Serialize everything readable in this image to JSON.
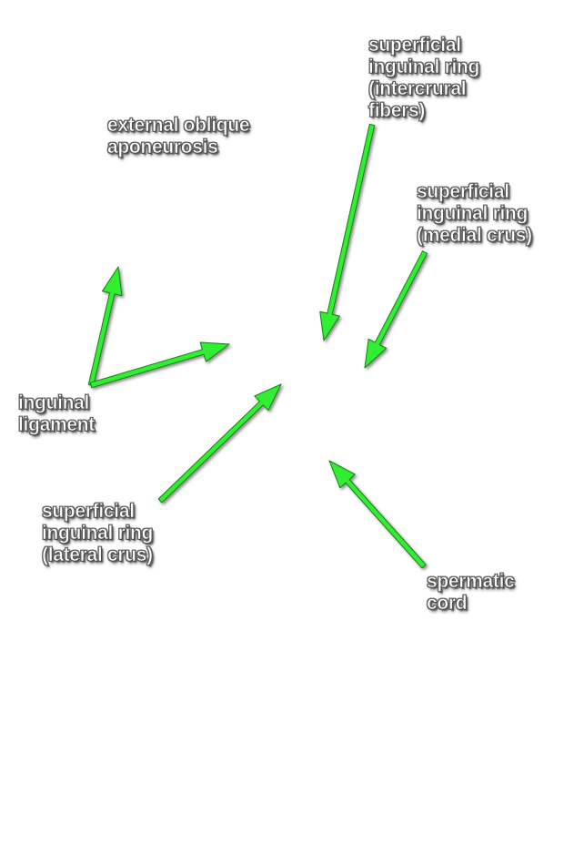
{
  "labels": {
    "intercrural": [
      "superficial",
      "inguinal ring",
      "(intercrural",
      "fibers)"
    ],
    "external_oblique": [
      "external oblique",
      "aponeurosis"
    ],
    "medial_crus": [
      "superficial",
      "inguinal ring",
      "(medial crus)"
    ],
    "inguinal_ligament": [
      "inguinal",
      "ligament"
    ],
    "lateral_crus": [
      "superficial",
      "inguinal ring",
      "(lateral crus)"
    ],
    "spermatic_cord": [
      "spermatic",
      "cord"
    ]
  },
  "colors": {
    "arrow": "#33ee33",
    "arrow_outline": "#1d7a1d",
    "label_text": "#ffffff",
    "background": "#ffffff"
  }
}
